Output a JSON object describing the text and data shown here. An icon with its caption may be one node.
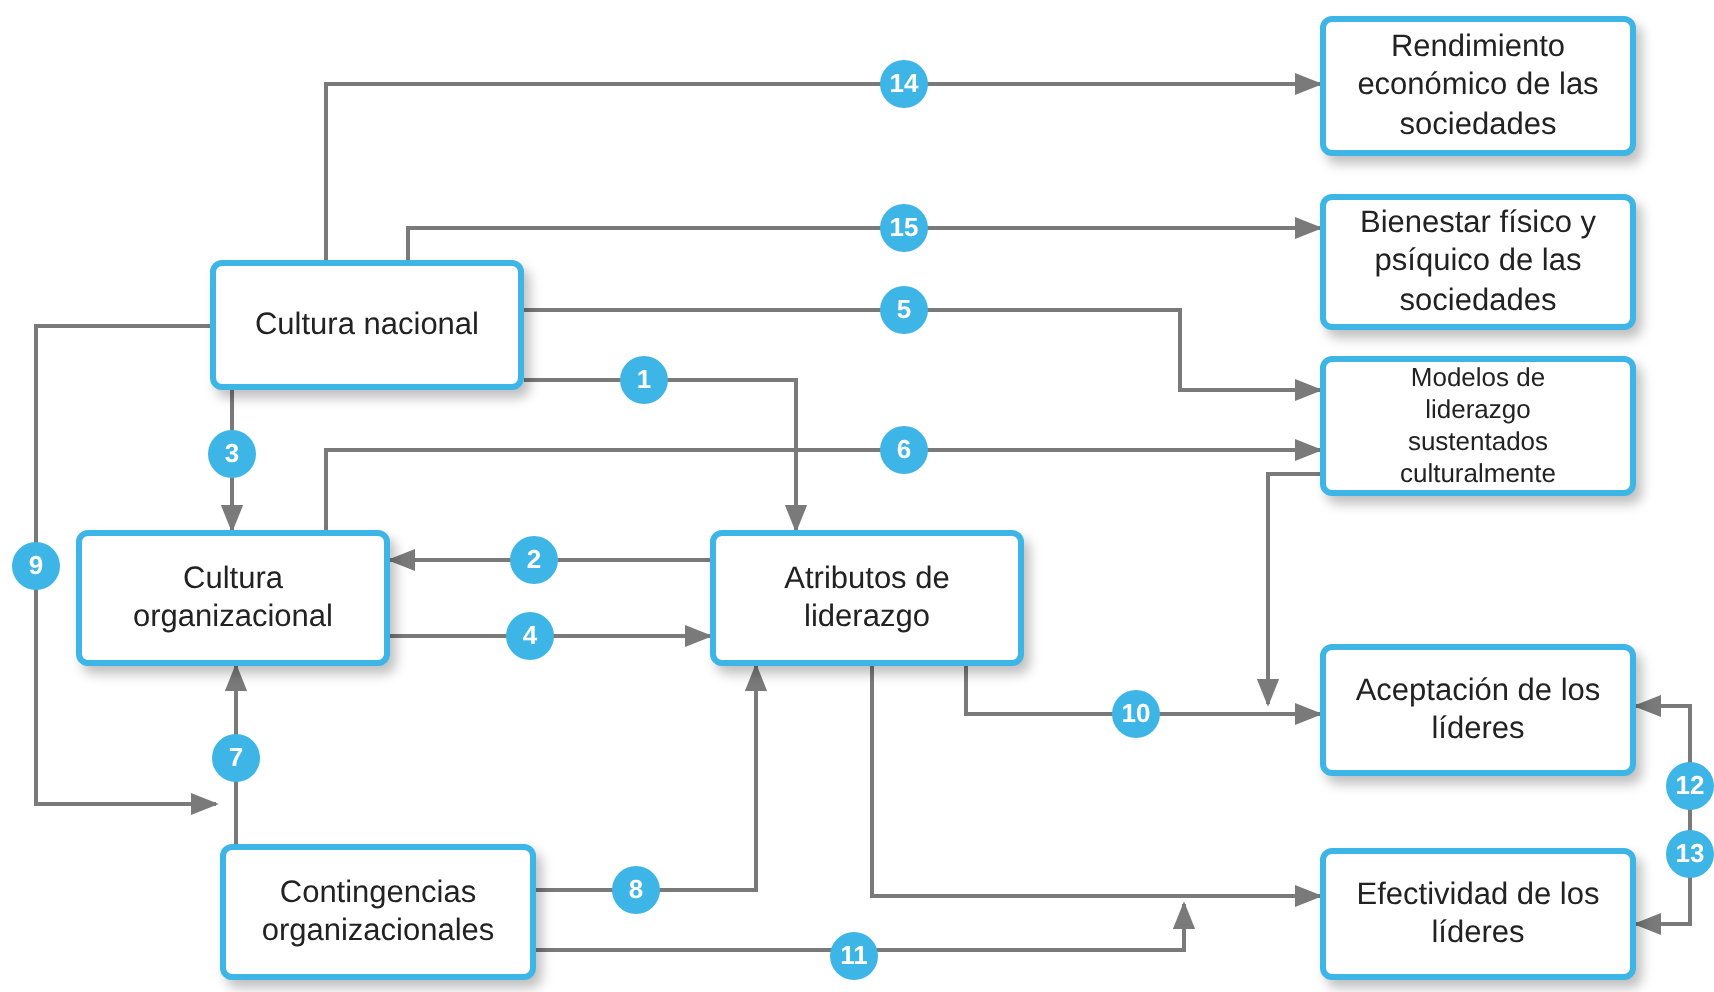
{
  "diagram": {
    "nodes": [
      {
        "text": [
          "Cultura nacional"
        ]
      },
      {
        "text": [
          "Rendimiento económico de las sociedades"
        ]
      },
      {
        "text": [
          "Bienestar físico y psíquico de las sociedades"
        ]
      },
      {
        "text": [
          "Modelos de liderazgo sustentados culturalmente"
        ]
      },
      {
        "text": [
          "Cultura organizacional"
        ]
      },
      {
        "text": [
          "Atributos de liderazgo"
        ]
      },
      {
        "text": [
          "Aceptación de los líderes"
        ]
      },
      {
        "text": [
          "Efectividad de los líderes"
        ]
      },
      {
        "text": [
          "Contingencias organizacionales"
        ]
      }
    ],
    "edges": [
      {
        "from": 0,
        "to": 5,
        "arrow": "to",
        "label": "1"
      },
      {
        "from": 5,
        "to": 4,
        "arrow": "to",
        "label": "2"
      },
      {
        "from": 0,
        "to": 4,
        "arrow": "to",
        "label": "3"
      },
      {
        "from": 4,
        "to": 5,
        "arrow": "to",
        "label": "4"
      },
      {
        "from": 0,
        "to": 3,
        "arrow": "to",
        "label": "5"
      },
      {
        "from": 4,
        "to": 3,
        "arrow": "to",
        "label": "6"
      },
      {
        "from": 8,
        "to": 4,
        "arrow": "to",
        "label": "7"
      },
      {
        "from": 8,
        "to": 5,
        "arrow": "to",
        "label": "8"
      },
      {
        "from": 0,
        "to": 8,
        "arrow": "to",
        "label": "9"
      },
      {
        "from": 5,
        "to": 6,
        "arrow": "to",
        "label": "10"
      },
      {
        "from": 3,
        "to": 6,
        "arrow": "to"
      },
      {
        "from": 8,
        "to": null,
        "arrow": "to",
        "label": "11"
      },
      {
        "from": 5,
        "to": 7,
        "arrow": "to"
      },
      {
        "from": 7,
        "to": 6,
        "arrow": "to",
        "label": "12"
      },
      {
        "from": 6,
        "to": 7,
        "arrow": "to",
        "label": "13"
      },
      {
        "from": 0,
        "to": 1,
        "arrow": "to",
        "label": "14"
      },
      {
        "from": 0,
        "to": 2,
        "arrow": "to",
        "label": "15"
      }
    ]
  }
}
